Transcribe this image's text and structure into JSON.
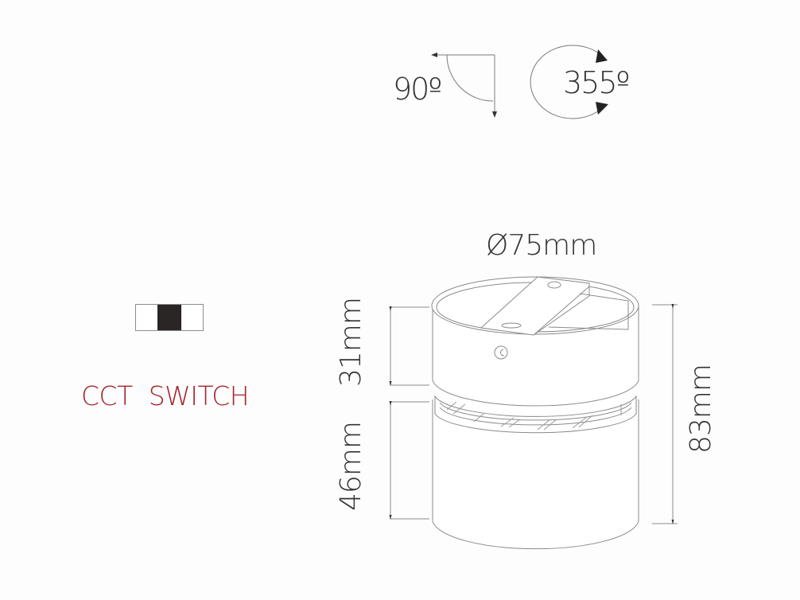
{
  "rotation": {
    "tilt_label": "90º",
    "rotate_label": "355º"
  },
  "dimensions": {
    "diameter": "Ø75mm",
    "top_height": "31mm",
    "bottom_height": "46mm",
    "total_height": "83mm"
  },
  "switch": {
    "label": "CCT  SWITCH",
    "label_color": "#a3262d",
    "segments": [
      "off",
      "on",
      "off"
    ]
  },
  "colors": {
    "line": "#8a8a8a",
    "text": "#333333",
    "switch_fill": "#2b2626"
  }
}
